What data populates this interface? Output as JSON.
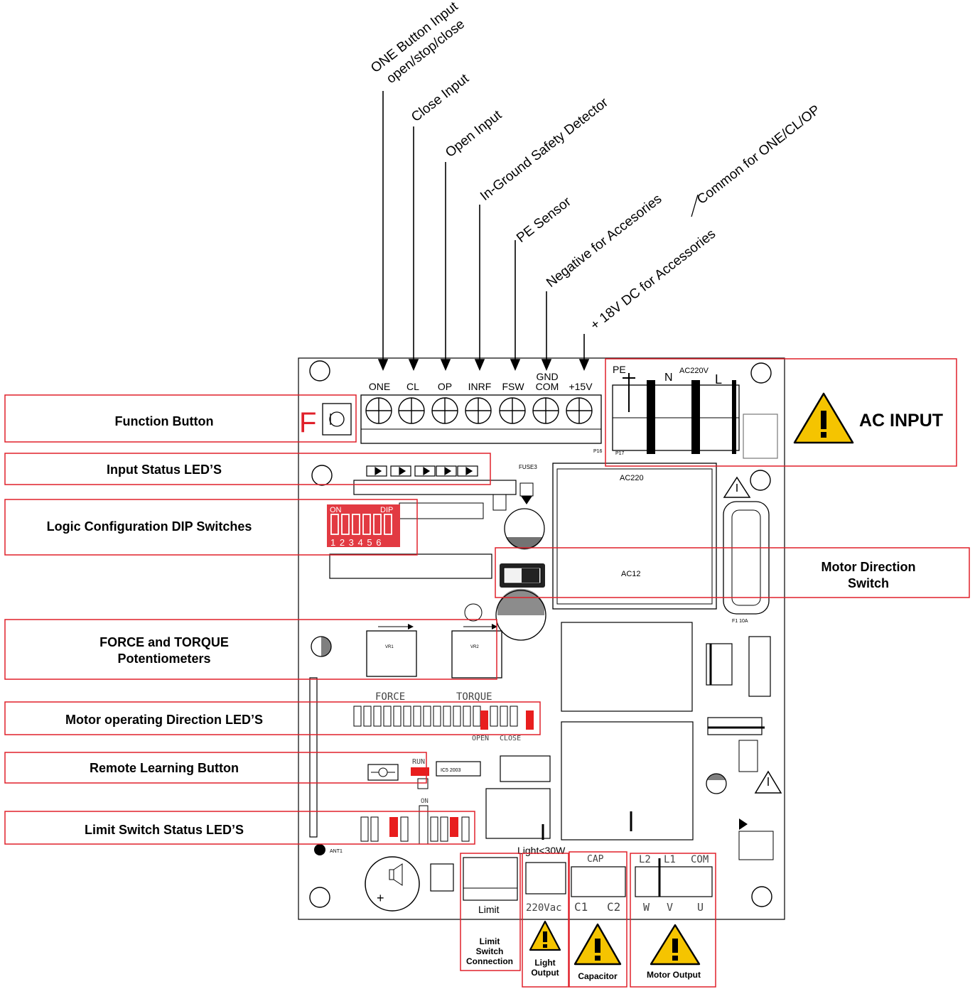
{
  "top_labels": {
    "one_button": "ONE Button Input",
    "one_button_sub": "open/stop/close",
    "close_input": "Close Input",
    "open_input": "Open Input",
    "inground": "In-Ground Safety Detector",
    "pe_sensor": "PE Sensor",
    "negative": "Negative for Accesories",
    "common": "Common for ONE/CL/OP",
    "plus18": "+ 18V DC for Accessories"
  },
  "terminals": {
    "one": "ONE",
    "cl": "CL",
    "op": "OP",
    "inrf": "INRF",
    "fsw": "FSW",
    "gnd": "GND",
    "com": "COM",
    "v15": "+15V"
  },
  "left_callouts": {
    "function_button": "Function Button",
    "input_leds": "Input Status LED’S",
    "dip": "Logic Configuration DIP Switches",
    "force_torque_1": "FORCE and TORQUE",
    "force_torque_2": "Potentiometers",
    "motor_dir_leds": "Motor operating Direction LED’S",
    "remote_learning": "Remote Learning Button",
    "limit_leds": "Limit Switch Status LED’S"
  },
  "right_callouts": {
    "ac_input": "AC INPUT",
    "motor_dir_1": "Motor Direction",
    "motor_dir_2": "Switch"
  },
  "bottom_callouts": {
    "limit_1": "Limit",
    "limit_2": "Switch",
    "limit_3": "Connection",
    "light_1": "Light",
    "light_2": "Output",
    "capacitor": "Capacitor",
    "motor_output": "Motor Output"
  },
  "board": {
    "f_letter": "F",
    "pe": "PE",
    "n": "N",
    "ac220v": "AC220V",
    "l": "L",
    "ac220": "AC220",
    "ac12": "AC12",
    "force": "FORCE",
    "torque": "TORQUE",
    "open": "OPEN",
    "close": "CLOSE",
    "run": "RUN",
    "on": "ON",
    "dip_on": "ON",
    "dip": "DIP",
    "dip_nums": "1 2 3 4 5 6",
    "limit": "Limit",
    "light30w": "Light<30W",
    "v220ac": "220Vac",
    "cap": "CAP",
    "c1": "C1",
    "c2": "C2",
    "l2": "L2",
    "l1": "L1",
    "com": "COM",
    "w": "W",
    "v": "V",
    "u": "U",
    "ic5": "IC5 2003",
    "fuse": "FUSE3",
    "f1": "F1   10A",
    "vr1": "VR1",
    "vr2": "VR2",
    "p16": "P16",
    "p17": "P17",
    "ant1": "ANT1"
  },
  "colors": {
    "callout_red": "#e0202a",
    "warning_yellow": "#f5c400",
    "led_red": "#e81e1e",
    "dip_red": "#e23a42"
  }
}
